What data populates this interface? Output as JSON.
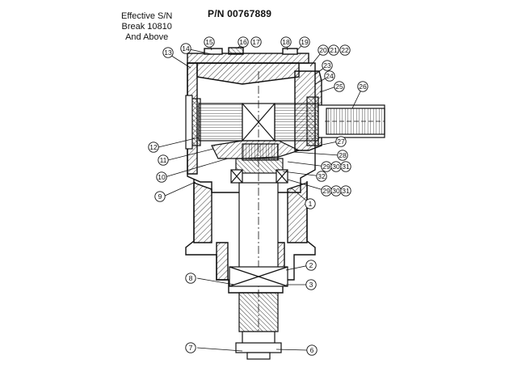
{
  "part_number": "P/N 00767889",
  "effective_note": [
    "Effective S/N",
    "Break 10810",
    "And Above"
  ],
  "callouts": [
    {
      "id": "c1",
      "label": "1"
    },
    {
      "id": "c2",
      "label": "2"
    },
    {
      "id": "c3",
      "label": "3"
    },
    {
      "id": "c6",
      "label": "6"
    },
    {
      "id": "c7",
      "label": "7"
    },
    {
      "id": "c8",
      "label": "8"
    },
    {
      "id": "c9",
      "label": "9"
    },
    {
      "id": "c10",
      "label": "10"
    },
    {
      "id": "c11",
      "label": "11"
    },
    {
      "id": "c12",
      "label": "12"
    },
    {
      "id": "c13",
      "label": "13"
    },
    {
      "id": "c14",
      "label": "14"
    },
    {
      "id": "c15",
      "label": "15"
    },
    {
      "id": "c16",
      "label": "16"
    },
    {
      "id": "c17",
      "label": "17"
    },
    {
      "id": "c18",
      "label": "18"
    },
    {
      "id": "c19",
      "label": "19"
    },
    {
      "id": "c20",
      "label": "20"
    },
    {
      "id": "c21",
      "label": "21"
    },
    {
      "id": "c22",
      "label": "22"
    },
    {
      "id": "c23",
      "label": "23"
    },
    {
      "id": "c24",
      "label": "24"
    },
    {
      "id": "c25",
      "label": "25"
    },
    {
      "id": "c26",
      "label": "26"
    },
    {
      "id": "c27",
      "label": "27"
    },
    {
      "id": "c28",
      "label": "28"
    },
    {
      "id": "c29a",
      "label": "29"
    },
    {
      "id": "c30a",
      "label": "30"
    },
    {
      "id": "c31a",
      "label": "31"
    },
    {
      "id": "c32",
      "label": "32"
    },
    {
      "id": "c29b",
      "label": "29"
    },
    {
      "id": "c30b",
      "label": "30"
    },
    {
      "id": "c31b",
      "label": "31"
    }
  ]
}
